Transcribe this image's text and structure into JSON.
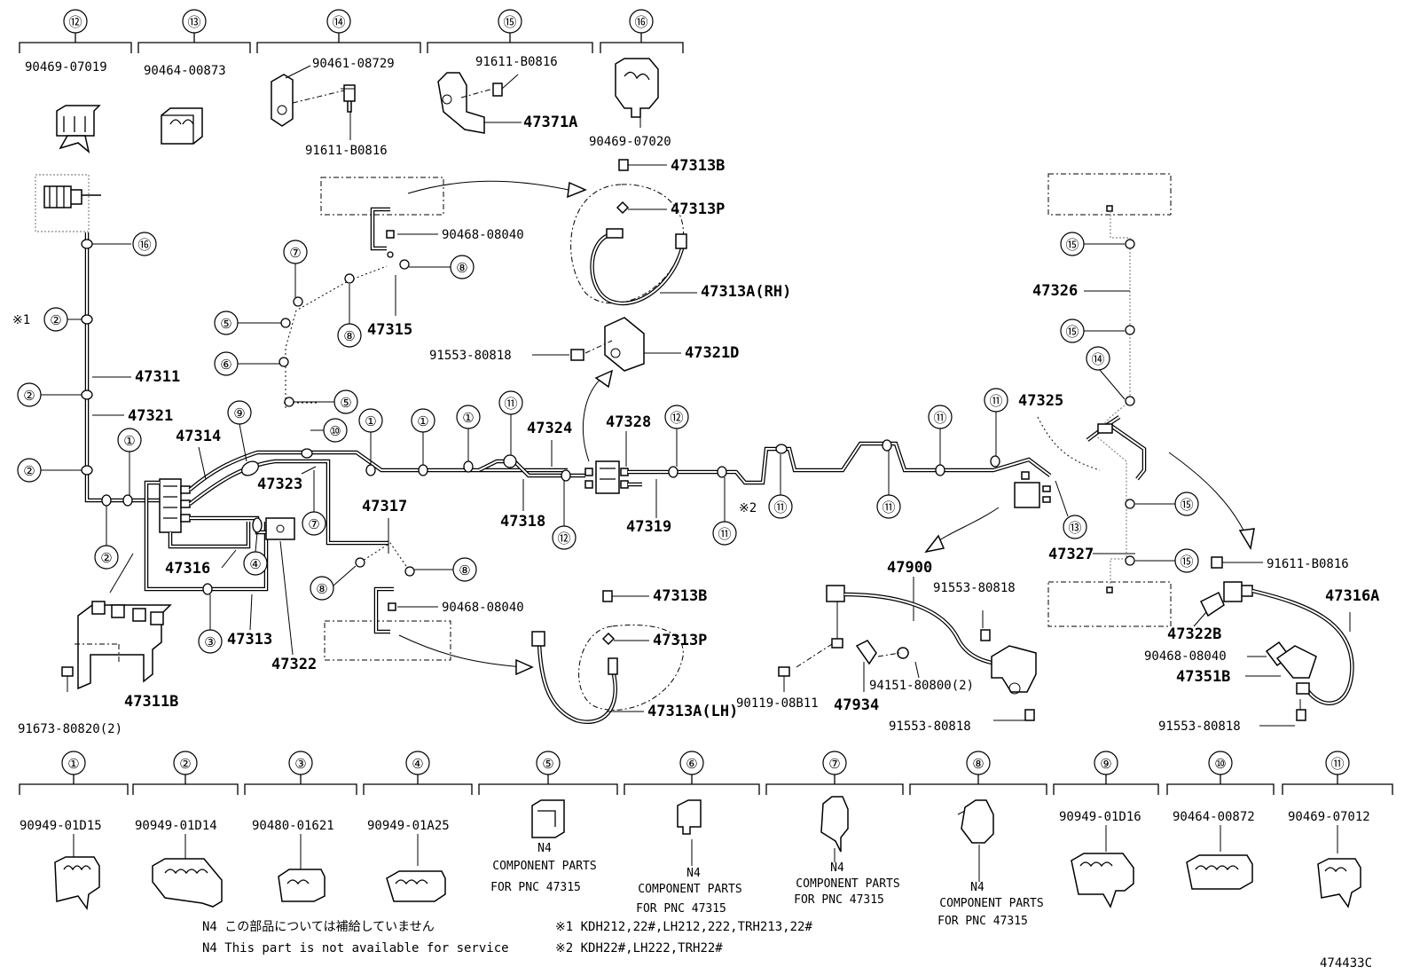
{
  "diagram_id": "474433C",
  "headers_top": [
    {
      "no": "⑫",
      "part": "90469-07019"
    },
    {
      "no": "⑬",
      "part": "90464-00873"
    },
    {
      "no": "⑭",
      "part": "90461-08729",
      "sub": "91611-B0816"
    },
    {
      "no": "⑮",
      "part": "91611-B0816",
      "sub": "47371A"
    },
    {
      "no": "⑯",
      "part": "90469-07020"
    }
  ],
  "headers_bottom": [
    {
      "no": "①",
      "part": "90949-01D15"
    },
    {
      "no": "②",
      "part": "90949-01D14"
    },
    {
      "no": "③",
      "part": "90480-01621"
    },
    {
      "no": "④",
      "part": "90949-01A25"
    },
    {
      "no": "⑤",
      "part": "N4",
      "l2": "COMPONENT PARTS",
      "l3": "FOR PNC 47315"
    },
    {
      "no": "⑥",
      "part": "N4",
      "l2": "COMPONENT PARTS",
      "l3": "FOR PNC 47315"
    },
    {
      "no": "⑦",
      "part": "N4",
      "l2": "COMPONENT PARTS",
      "l3": "FOR PNC 47315"
    },
    {
      "no": "⑧",
      "part": "N4",
      "l2": "COMPONENT PARTS",
      "l3": "FOR PNC 47315"
    },
    {
      "no": "⑨",
      "part": "90949-01D16"
    },
    {
      "no": "⑩",
      "part": "90464-00872"
    },
    {
      "no": "⑪",
      "part": "90469-07012"
    }
  ],
  "labels": {
    "p47311": "47311",
    "p47321": "47321",
    "p47314": "47314",
    "p47323": "47323",
    "p47316": "47316",
    "p47313": "47313",
    "p47322": "47322",
    "p47311B": "47311B",
    "p91673": "91673-80820(2)",
    "p47315": "47315",
    "p47317": "47317",
    "p47318": "47318",
    "p47324": "47324",
    "p47328": "47328",
    "p47319": "47319",
    "p47325": "47325",
    "p47326": "47326",
    "p47327": "47327",
    "p47900": "47900",
    "p47934": "47934",
    "p90119": "90119-08B11",
    "p94151": "94151-80800(2)",
    "p91553a": "91553-80818",
    "p91553b": "91553-80818",
    "p91553c": "91553-80818",
    "p91553d": "91553-80818",
    "p47321D": "47321D",
    "p47313B1": "47313B",
    "p47313P1": "47313P",
    "p47313A_RH": "47313A(RH)",
    "p47313B2": "47313B",
    "p47313P2": "47313P",
    "p47313A_LH": "47313A(LH)",
    "p90468a": "90468-08040",
    "p90468b": "90468-08040",
    "p90468c": "90468-08040",
    "p91611": "91611-B0816",
    "p47316A": "47316A",
    "p47322B": "47322B",
    "p47351B": "47351B",
    "x1": "※1",
    "x2": "※2"
  },
  "notes": {
    "n4_jp": "N4 この部品については補給していません",
    "n4_en": "N4 This part is not available for service",
    "x1_models": "※1 KDH212,22#,LH212,222,TRH213,22#",
    "x2_models": "※2 KDH22#,LH222,TRH22#"
  }
}
